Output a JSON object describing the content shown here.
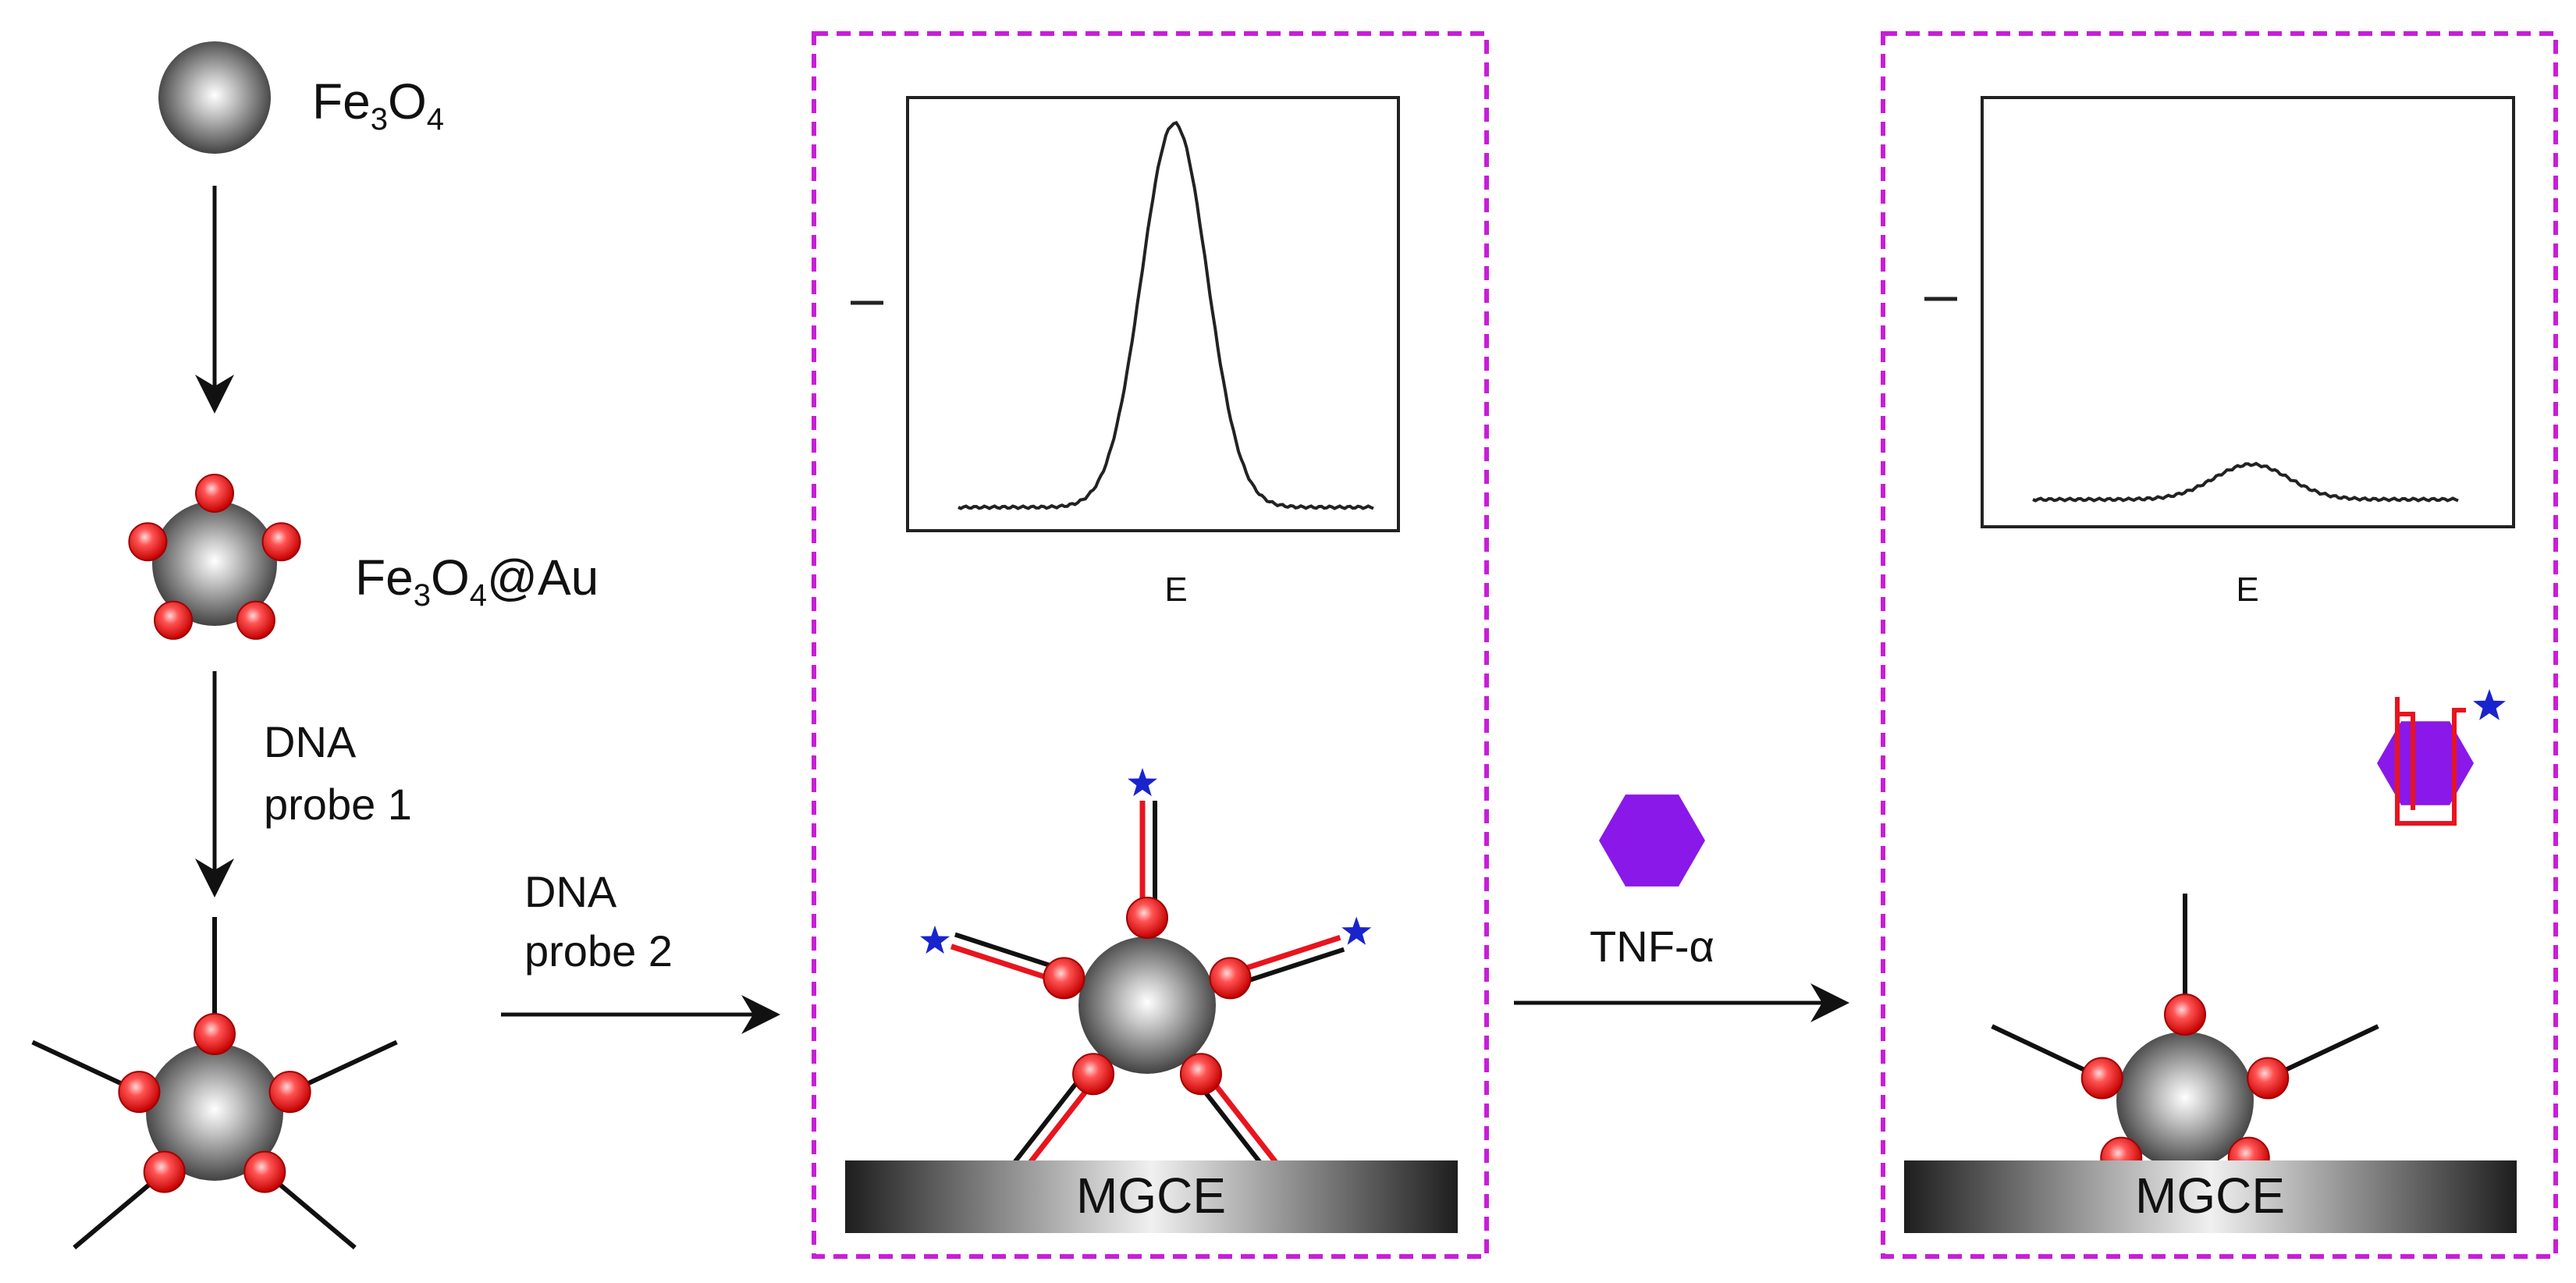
{
  "labels": {
    "fe3o4_main": "Fe",
    "fe3o4_sub1": "3",
    "fe3o4_mid": "O",
    "fe3o4_sub2": "4",
    "feau_main": "Fe",
    "feau_sub1": "3",
    "feau_mid": "O",
    "feau_sub2": "4",
    "feau_tail": "@Au",
    "probe1_line1": "DNA",
    "probe1_line2": "probe 1",
    "probe2_line1": "DNA",
    "probe2_line2": "probe 2",
    "tnf": "TNF-α",
    "panel1_axis": "E",
    "panel2_axis": "E",
    "panel1_electrode": "MGCE",
    "panel2_electrode": "MGCE"
  },
  "colors": {
    "panel_border": "#c81ed8",
    "gold_bead": "#ee1c1c",
    "dna_probe2": "#e8141e",
    "star_label": "#1a24cc",
    "tnf_hexagon": "#8a18e8",
    "particle_core": "#505050",
    "arrow": "#111111"
  },
  "chart_data": [
    {
      "type": "line",
      "title": "",
      "xlabel": "E",
      "ylabel": "",
      "peak": "large"
    },
    {
      "type": "line",
      "title": "",
      "xlabel": "E",
      "ylabel": "",
      "peak": "small"
    }
  ]
}
